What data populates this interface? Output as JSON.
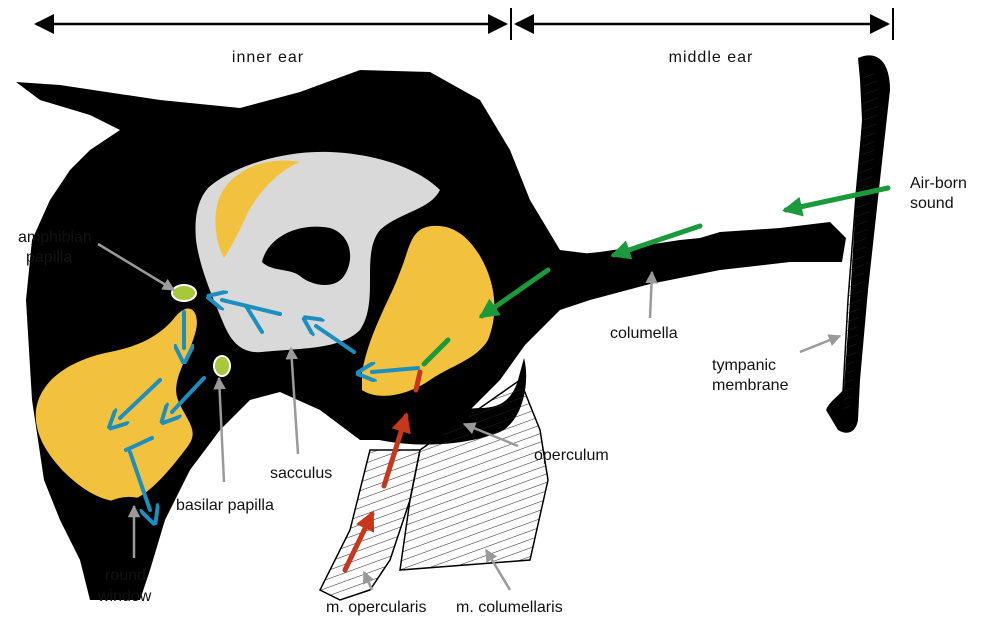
{
  "sections": {
    "inner": "inner ear",
    "middle": "middle ear"
  },
  "labels": {
    "amphibian_papilla_1": "amphibian",
    "amphibian_papilla_2": "papilla",
    "basilar_papilla": "basilar papilla",
    "sacculus": "sacculus",
    "round_window_1": "round",
    "round_window_2": "window",
    "columella": "columella",
    "tympanic_1": "tympanic",
    "tympanic_2": "membrane",
    "operculum": "operculum",
    "m_opercularis": "m. opercularis",
    "m_columellaris": "m. columellaris",
    "airborn_1": "Air-born",
    "airborn_2": "sound"
  },
  "colors": {
    "bone": "#000000",
    "fluid": "#f2c23e",
    "sac": "#d9d9d9",
    "air_arrow": "#1a9a3a",
    "fluid_arrow": "#1b8fc0",
    "muscle_arrow": "#c8361b",
    "pointer": "#9a9a9a"
  }
}
